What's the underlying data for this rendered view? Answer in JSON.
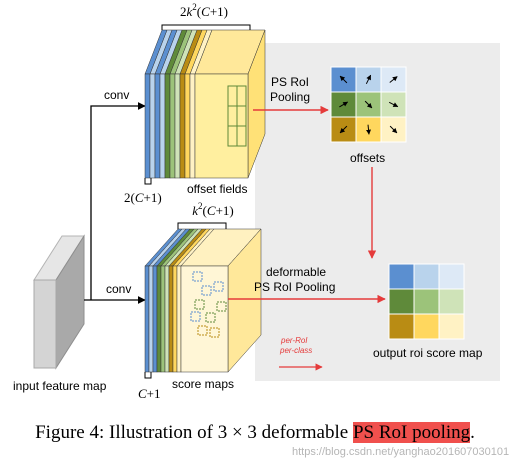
{
  "labels": {
    "conv_top": "conv",
    "conv_bottom": "conv",
    "offset_fields": "offset fields",
    "offset_fields_top_dim_html": "2<tspan font-style='italic'>k</tspan><tspan dy='-6' font-size='9'>2</tspan><tspan dy='6'>(</tspan><tspan font-style='italic'>C</tspan>+1)",
    "offset_fields_bottom_dim_html": "2(<tspan font-style='italic'>C</tspan>+1)",
    "ps_roi_pooling_line1": "PS RoI",
    "ps_roi_pooling_line2": "Pooling",
    "offsets": "offsets",
    "score_top_dim_html": "<tspan font-style='italic'>k</tspan><tspan dy='-6' font-size='9'>2</tspan><tspan dy='6'>(</tspan><tspan font-style='italic'>C</tspan>+1)",
    "deformable_line1": "deformable",
    "deformable_line2": "PS RoI Pooling",
    "input_feature_map": "input feature map",
    "score_maps": "score maps",
    "score_bottom_dim_html": "<tspan font-style='italic'>C</tspan>+1",
    "output_roi_score_map": "output roi score map",
    "legend_line1": "per-RoI",
    "legend_line2": "per-class"
  },
  "caption": {
    "prefix": "Figure 4: Illustration of 3 × 3 deformable ",
    "highlight": "PS RoI pooling",
    "suffix": "."
  },
  "watermark": "https://blog.csdn.net/yanghao201607030101",
  "colors": {
    "blue": "#5b8fd0",
    "light_blue": "#b9d3ec",
    "pale_blue": "#dde9f6",
    "dark_green": "#5f8a3a",
    "green": "#9cc37a",
    "light_green": "#cfe3b8",
    "dark_yellow": "#b98c14",
    "yellow": "#ffd75e",
    "light_yellow": "#fff2c4",
    "red_arrow": "#e53b3b",
    "gray_panel": "#ececec"
  }
}
